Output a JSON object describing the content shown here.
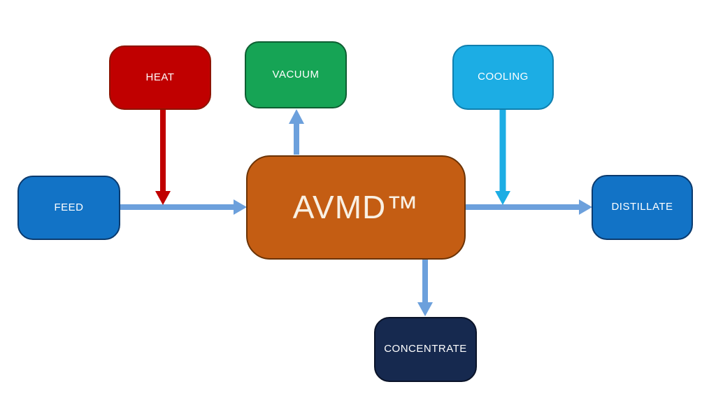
{
  "slide": {
    "background_color": "#ffffff",
    "nodes": {
      "heat": {
        "label": "HEAT",
        "fill": "#C00000",
        "border": "#8E1402"
      },
      "vacuum": {
        "label": "VACUUM",
        "fill": "#16A455",
        "border": "#0E5E32"
      },
      "cooling": {
        "label": "COOLING",
        "fill": "#1CADE4",
        "border": "#0F7FAE"
      },
      "feed": {
        "label": "FEED",
        "fill": "#1273C6",
        "border": "#0A3A6E"
      },
      "avmd": {
        "label": "AVMD™",
        "fill": "#C45D13",
        "border": "#6B3305",
        "text_color": "#F9F0E3"
      },
      "distillate": {
        "label": "DISTILLATE",
        "fill": "#1273C6",
        "border": "#0A3A6E"
      },
      "concentrate": {
        "label": "CONCENTRATE",
        "fill": "#16294F",
        "border": "#0A1328"
      }
    },
    "arrow_colors": {
      "flow": "#6CA0DC",
      "heat": "#C00000",
      "cooling": "#1CADE4"
    }
  }
}
